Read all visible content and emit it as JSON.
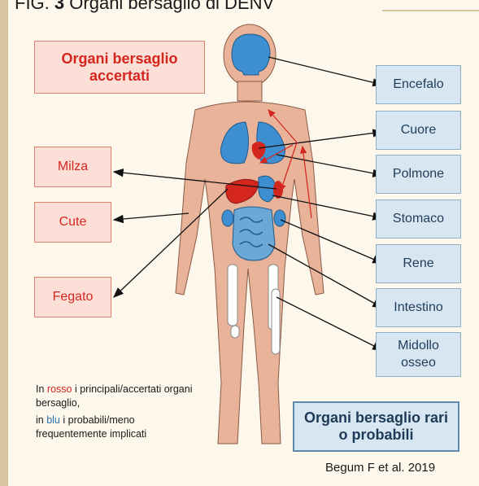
{
  "header": {
    "fig_label": "FIG.",
    "fig_number": "3",
    "title": "Organi bersaglio di DENV"
  },
  "confirmed_label": "Organi bersaglio accertati",
  "rare_label": "Organi bersaglio rari o probabili",
  "left_organs": [
    "Milza",
    "Cute",
    "Fegato"
  ],
  "right_organs": [
    "Encefalo",
    "Cuore",
    "Polmone",
    "Stomaco",
    "Rene",
    "Intestino",
    "Midollo osseo"
  ],
  "legend": {
    "line1_prefix": "In ",
    "line1_red": "rosso",
    "line1_suffix": " i principali/accertati organi bersaglio,",
    "line2_prefix": "in ",
    "line2_blue": "blu",
    "line2_suffix": " i probabili/meno frequentemente implicati"
  },
  "citation": "Begum F et al. 2019",
  "colors": {
    "confirmed": "#d5251f",
    "probable": "#3d8fd1",
    "skin": "#e9b39a"
  }
}
